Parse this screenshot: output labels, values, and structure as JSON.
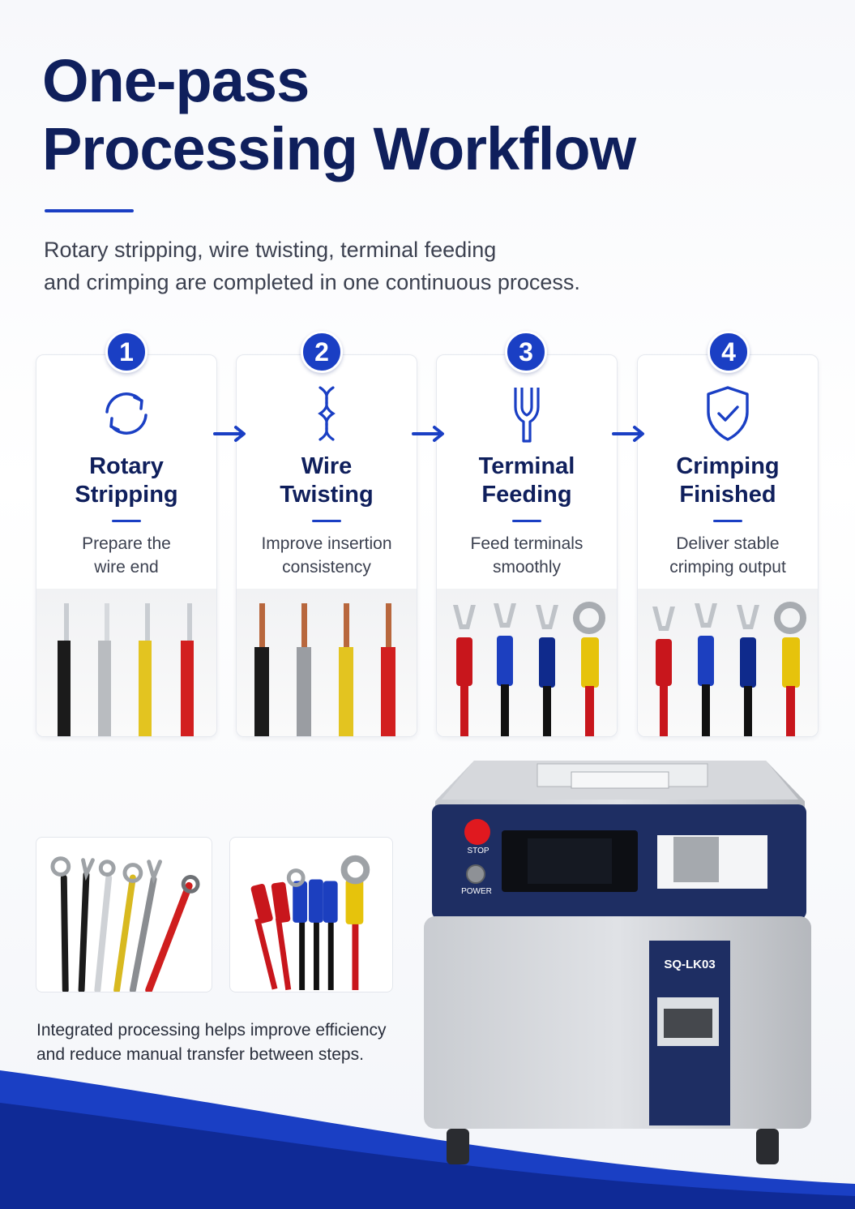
{
  "title_line1": "One-pass",
  "title_line2": "Processing Workflow",
  "intro_line1": "Rotary stripping, wire twisting, terminal feeding",
  "intro_line2": "and crimping are completed in one continuous process.",
  "steps": [
    {
      "number": "1",
      "title_line1": "Rotary",
      "title_line2": "Stripping",
      "desc_line1": "Prepare the",
      "desc_line2": "wire end",
      "icon": "rotate-icon"
    },
    {
      "number": "2",
      "title_line1": "Wire",
      "title_line2": "Twisting",
      "desc_line1": "Improve insertion",
      "desc_line2": "consistency",
      "icon": "twist-icon"
    },
    {
      "number": "3",
      "title_line1": "Terminal",
      "title_line2": "Feeding",
      "desc_line1": "Feed terminals",
      "desc_line2": "smoothly",
      "icon": "fork-terminal-icon"
    },
    {
      "number": "4",
      "title_line1": "Crimping",
      "title_line2": "Finished",
      "desc_line1": "Deliver stable",
      "desc_line2": "crimping output",
      "icon": "shield-check-icon"
    }
  ],
  "bottom_text_line1": "Integrated processing helps improve efficiency",
  "bottom_text_line2": "and reduce manual transfer between steps.",
  "machine": {
    "stop_label": "STOP",
    "power_label": "POWER",
    "model": "SQ-LK03"
  },
  "colors": {
    "brand_navy": "#0f1f5c",
    "accent_blue": "#1a3fc4",
    "panel_navy": "#1e2e63"
  }
}
